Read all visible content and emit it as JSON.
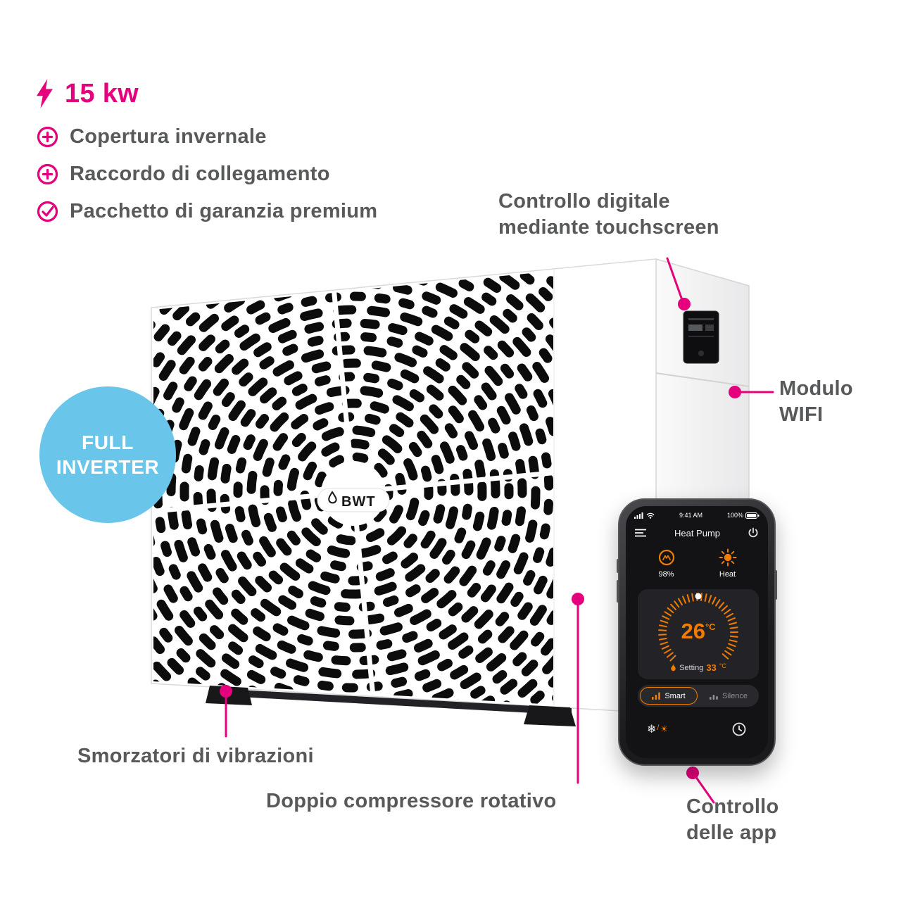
{
  "colors": {
    "pink": "#e5007d",
    "blue": "#69c6ea",
    "gray": "#58595b",
    "orange": "#f07c00"
  },
  "features": {
    "power": "15 kw",
    "items": [
      "Copertura invernale",
      "Raccordo di collegamento",
      "Pacchetto di garanzia premium"
    ]
  },
  "badge": {
    "line1": "FULL",
    "line2": "INVERTER"
  },
  "product": {
    "brand": "BWT"
  },
  "callouts": {
    "touchscreen": {
      "line1": "Controllo digitale",
      "line2": "mediante touchscreen"
    },
    "wifi": {
      "line1": "Modulo",
      "line2": "WIFI"
    },
    "vibration": {
      "label": "Smorzatori di vibrazioni"
    },
    "compressor": {
      "label": "Doppio compressore rotativo"
    },
    "app": {
      "line1": "Controllo",
      "line2": "delle app"
    }
  },
  "phone": {
    "time": "9:41 AM",
    "battery": "100%",
    "title": "Heat Pump",
    "capacity": "98%",
    "mode": "Heat",
    "temp": "26",
    "temp_unit": "°C",
    "setting_label": "Setting",
    "setting_value": "33",
    "setting_unit": "°C",
    "smart": "Smart",
    "silence": "Silence"
  }
}
